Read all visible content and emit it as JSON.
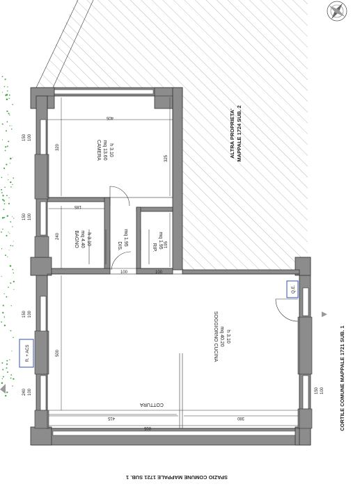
{
  "rooms": {
    "camera": {
      "name": "CAMERA",
      "area": "mq 13.60",
      "height": "h 3.10"
    },
    "bagno": {
      "name": "BAGNO",
      "area": "mq 4.40",
      "height": "h 3.10"
    },
    "dis": {
      "name": "DIS.",
      "area": "mq 1.95"
    },
    "rip": {
      "name": "RIP.",
      "area": "mq 1.95"
    },
    "soggiorno": {
      "name": "SOGGIORNO CUCINA",
      "area": "mq 40.20",
      "height": "h 3.10"
    }
  },
  "neighbors": {
    "altra_1": "ALTRA PROPRIETA'",
    "altra_2": "MAPPALE 1724 SUB. 2",
    "cortile": "CORTILE COMUNE MAPPALE 1721 SUB. 1",
    "spazio": "SPAZIO COMUNE MAPPALE 1721 SUB. 1"
  },
  "labels": {
    "cottura": "COTTURA",
    "qe": "Q.E.",
    "racs": "R. + ACS"
  },
  "dimensions": {
    "d405": "405",
    "d320": "320",
    "d325": "325",
    "d185": "185",
    "d240": "240",
    "d195": "195",
    "d100a": "100",
    "d100b": "100",
    "d500": "500",
    "d415": "415",
    "d380": "380",
    "d805": "805"
  },
  "window_dims": {
    "w1a": "150",
    "w1b": "100",
    "w2a": "150",
    "w2b": "100",
    "w3a": "150",
    "w3b": "100",
    "w4a": "240",
    "w4b": "100",
    "w5a": "150",
    "w5b": "100"
  }
}
